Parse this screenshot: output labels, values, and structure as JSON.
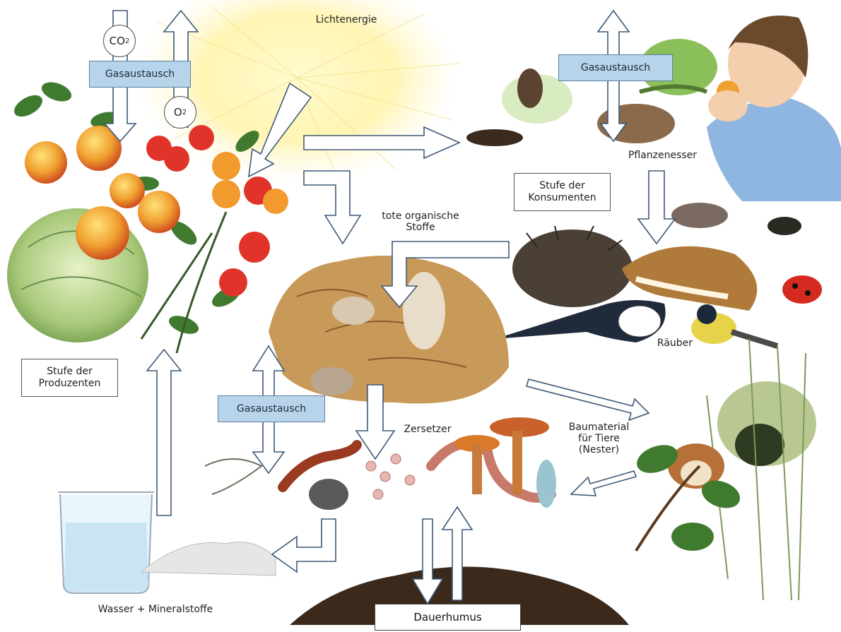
{
  "title": "Lichtenergie",
  "gas_exchange_label": "Gasaustausch",
  "co2": {
    "symbol": "CO",
    "sub": "2"
  },
  "o2": {
    "symbol": "O",
    "sub": "2"
  },
  "producers": {
    "line1": "Stufe der",
    "line2": "Produzenten"
  },
  "consumers": {
    "line1": "Stufe der",
    "line2": "Konsumenten"
  },
  "herbivores": "Pflanzenesser",
  "predators": "Räuber",
  "dead_matter": {
    "line1": "tote organische",
    "line2": "Stoffe"
  },
  "decomposers": "Zersetzer",
  "building_material": {
    "line1": "Baumaterial",
    "line2": "für Tiere",
    "line3": "(Nester)"
  },
  "water_minerals": "Wasser + Mineralstoffe",
  "humus": "Dauerhumus",
  "colors": {
    "gas_box": "#b8d4ea",
    "arrow_fill": "#ffffff",
    "arrow_stroke": "#3d5a78",
    "sun": "#fff3a0",
    "humus": "#3b2a1c"
  }
}
